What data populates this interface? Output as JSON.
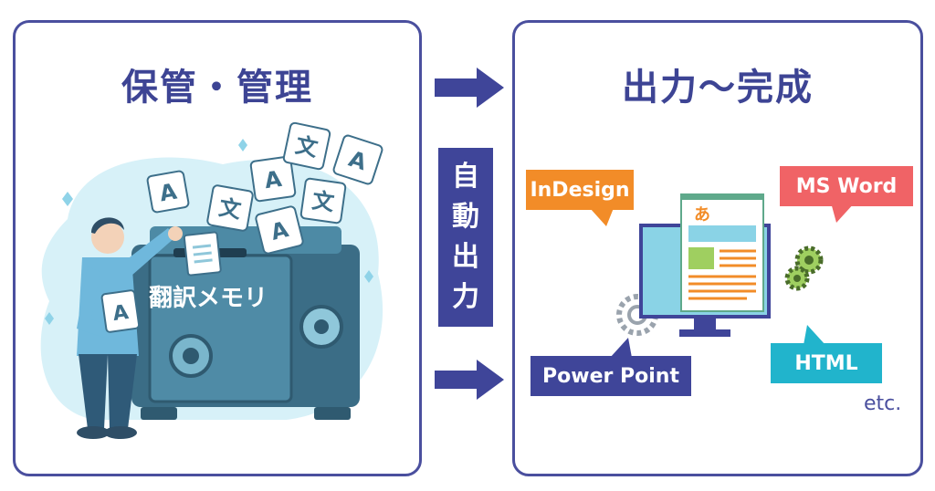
{
  "left": {
    "title": "保管・管理",
    "safe_label": "翻訳メモリ",
    "card_glyphs": [
      "A",
      "文",
      "A",
      "文",
      "A",
      "文",
      "A",
      "A"
    ]
  },
  "center": {
    "auto_chars": [
      "自",
      "動",
      "出",
      "力"
    ]
  },
  "right": {
    "title": "出力〜完成",
    "monitor_char": "あ",
    "tags": {
      "indesign": "InDesign",
      "msword": "MS Word",
      "powerpoint": "Power Point",
      "html": "HTML"
    },
    "etc": "etc."
  },
  "colors": {
    "frame": "#4a4f9e",
    "navy": "#3f4599",
    "indesign": "#f28c28",
    "msword": "#f06366",
    "powerpoint": "#3f4599",
    "html": "#21b4cc",
    "safe": "#3f6f88",
    "light_blue": "#cdeef8"
  }
}
